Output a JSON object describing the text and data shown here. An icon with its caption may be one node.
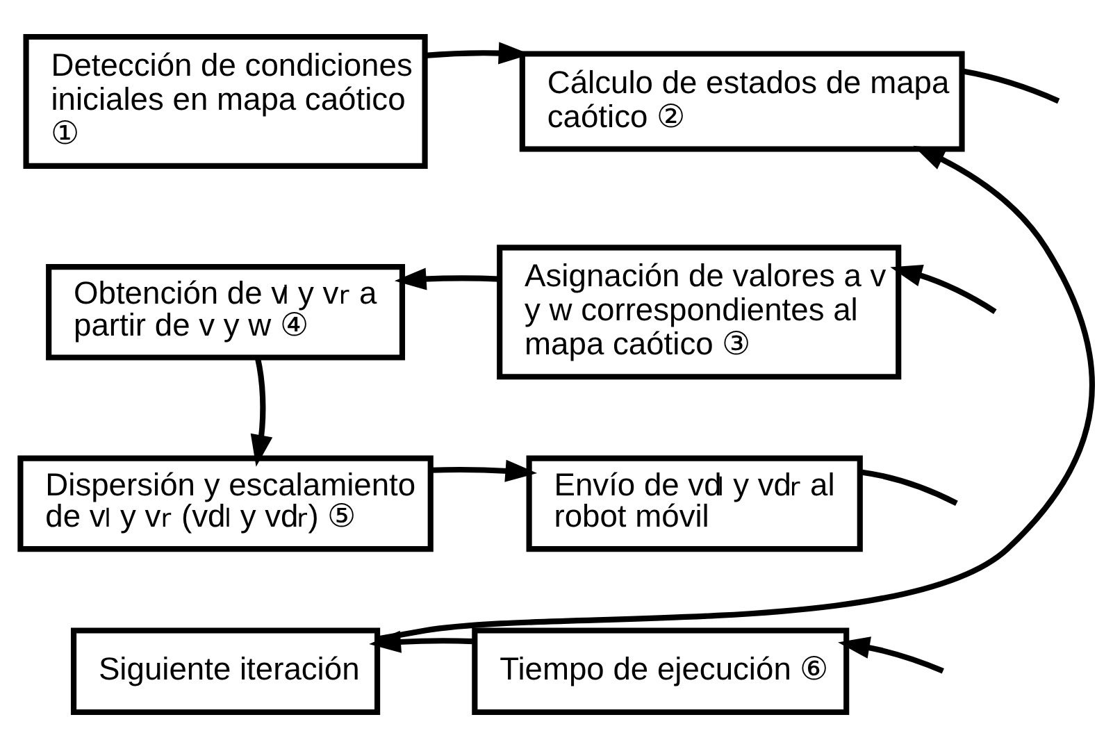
{
  "diagram": {
    "nodes": [
      {
        "text": [
          "Detección de condiciones iniciales en mapa caótico ①"
        ]
      },
      {
        "text": [
          "Cálculo de estados de mapa caótico ②"
        ]
      },
      {
        "text": [
          "Asignación de valores a v y w correspondientes al mapa caótico ③"
        ]
      },
      {
        "text": [
          "Obtención de v$_{l}$ y v$_{r}$ a partir de v y w ④"
        ]
      },
      {
        "text": [
          "Dispersión y escalamiento de v$_{l}$ y v$_{r}$ (vd$_{l}$ y vd$_{r}$) ⑤"
        ]
      },
      {
        "text": [
          "Envío de vd$_{l}$ y vd$_{r}$ al robot móvil"
        ]
      },
      {
        "text": [
          "Tiempo de ejecución ⑥"
        ]
      },
      {
        "text": [
          "Siguiente iteración"
        ]
      }
    ],
    "edges": [
      {
        "from": 0,
        "to": 1,
        "arrow": "to"
      },
      {
        "from": 1,
        "to": null,
        "arrow": "none"
      },
      {
        "from": null,
        "to": 2,
        "arrow": "to"
      },
      {
        "from": 2,
        "to": 3,
        "arrow": "to"
      },
      {
        "from": 3,
        "to": 4,
        "arrow": "to"
      },
      {
        "from": 4,
        "to": 5,
        "arrow": "to"
      },
      {
        "from": 5,
        "to": null,
        "arrow": "none"
      },
      {
        "from": null,
        "to": 6,
        "arrow": "to"
      },
      {
        "from": 6,
        "to": 7,
        "arrow": "to"
      },
      {
        "from": 7,
        "to": 1,
        "arrow": "to"
      }
    ]
  }
}
